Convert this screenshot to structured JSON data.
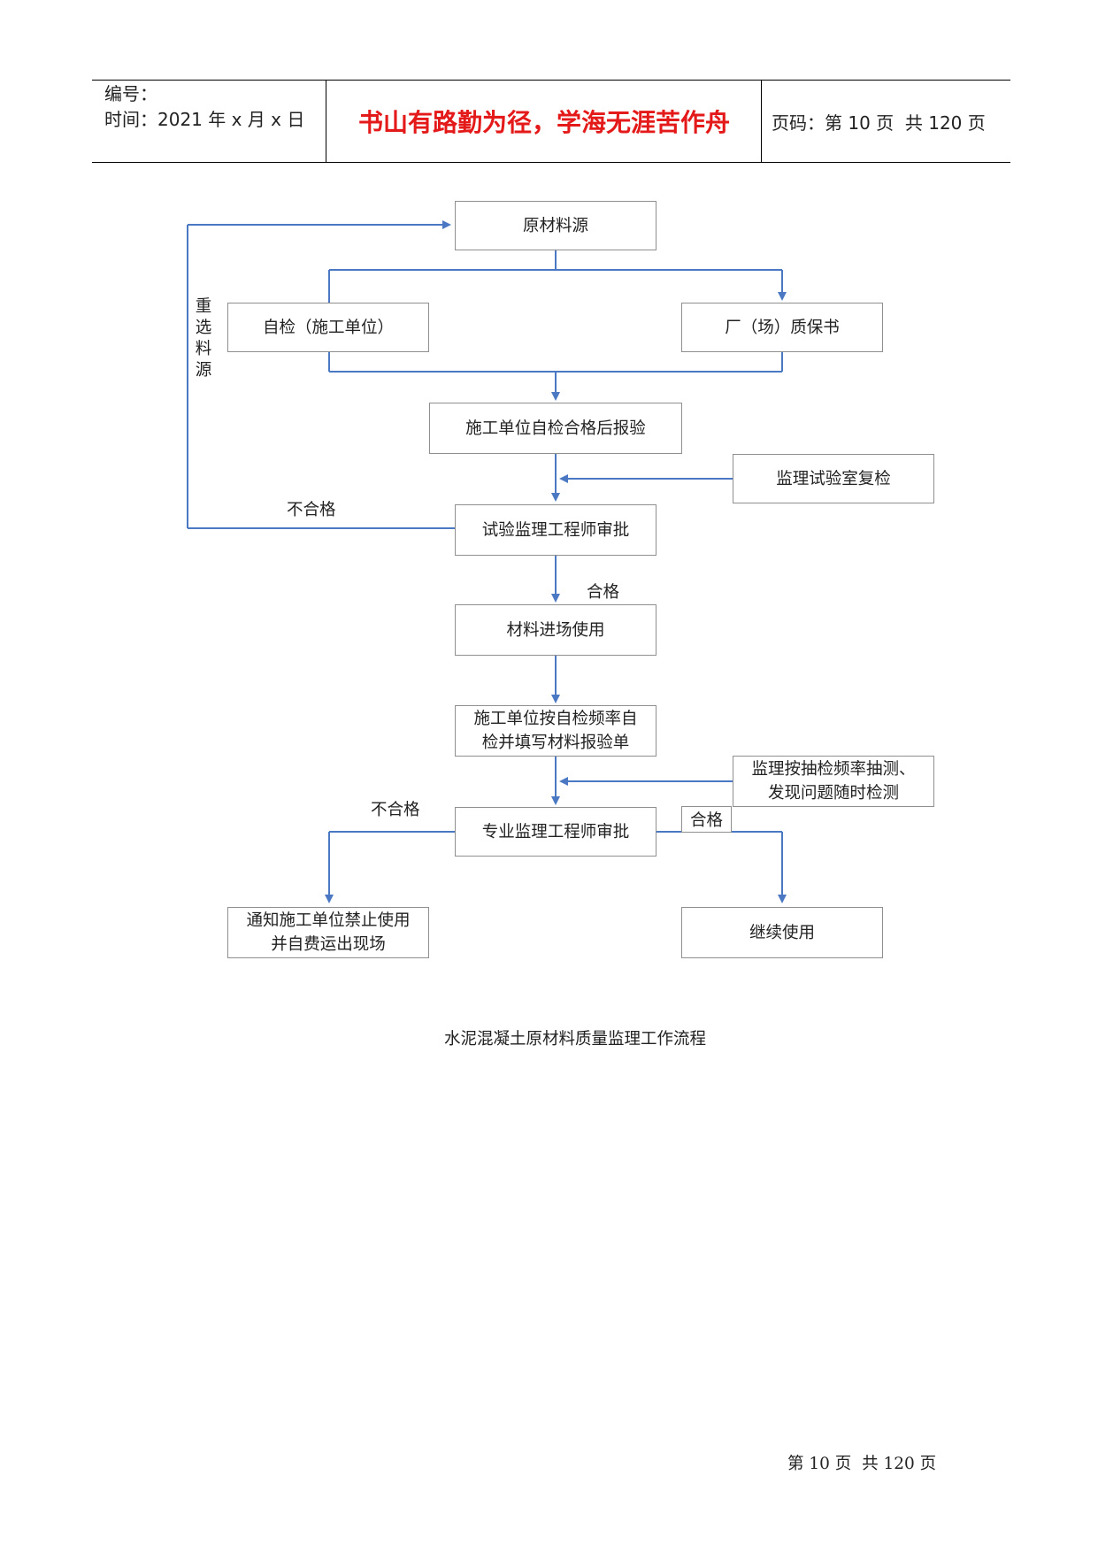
{
  "header": {
    "serial_label": "编号：",
    "time_label": "时间：2021 年 x 月 x 日",
    "motto": "书山有路勤为径，学海无涯苦作舟",
    "page_info": "页码：第 10 页  共 120 页"
  },
  "flowchart": {
    "nodes": {
      "raw_source": "原材料源",
      "self_check": "自检（施工单位）",
      "factory_cert": "厂（场）质保书",
      "report_after_check": "施工单位自检合格后报验",
      "lab_recheck": "监理试验室复检",
      "test_engineer_approve": "试验监理工程师审批",
      "material_entry": "材料进场使用",
      "self_check_freq_line1": "施工单位按自检频率自",
      "self_check_freq_line2": "检并填写材料报验单",
      "spot_check_line1": "监理按抽检频率抽测、",
      "spot_check_line2": "发现问题随时检测",
      "pro_engineer_approve": "专业监理工程师审批",
      "notify_line1": "通知施工单位禁止使用",
      "notify_line2": "并自费运出现场",
      "continue_use": "继续使用"
    },
    "labels": {
      "reselect_source": [
        "重",
        "选",
        "料",
        "源"
      ],
      "fail_1": "不合格",
      "pass_1": "合格",
      "fail_2": "不合格",
      "pass_2": "合格"
    },
    "line_color": "#4a78c2"
  },
  "caption": "水泥混凝土原材料质量监理工作流程",
  "footer": "第 10 页  共 120 页"
}
